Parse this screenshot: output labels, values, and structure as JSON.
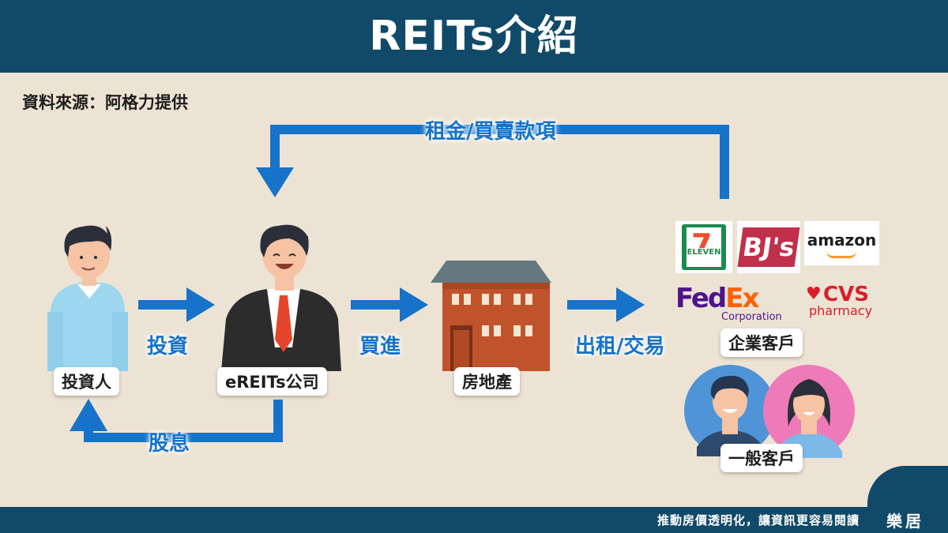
{
  "header": {
    "title": "REITs介紹"
  },
  "source": "資料來源：阿格力提供",
  "nodes": {
    "investor": "投資人",
    "company": "eREITs公司",
    "property": "房地產",
    "corporate": "企業客戶",
    "individual": "一般客戶"
  },
  "flows": {
    "invest": "投資",
    "buy": "買進",
    "lease": "出租/交易",
    "rent": "租金/買賣款項",
    "dividend": "股息"
  },
  "logos": {
    "seven": "ELEVEN",
    "bjs": "BJ's",
    "amazon": "amazon",
    "fedex_a": "Fed",
    "fedex_b": "Ex",
    "fedex_sub": "Corporation",
    "cvs": "CVS",
    "cvs_sub": "pharmacy"
  },
  "footer": {
    "slogan": "推動房價透明化，讓資訊更容易閱讀",
    "brand": "樂居"
  },
  "colors": {
    "header": "#114a68",
    "background": "#ede3d4",
    "arrow": "#1673c9"
  }
}
